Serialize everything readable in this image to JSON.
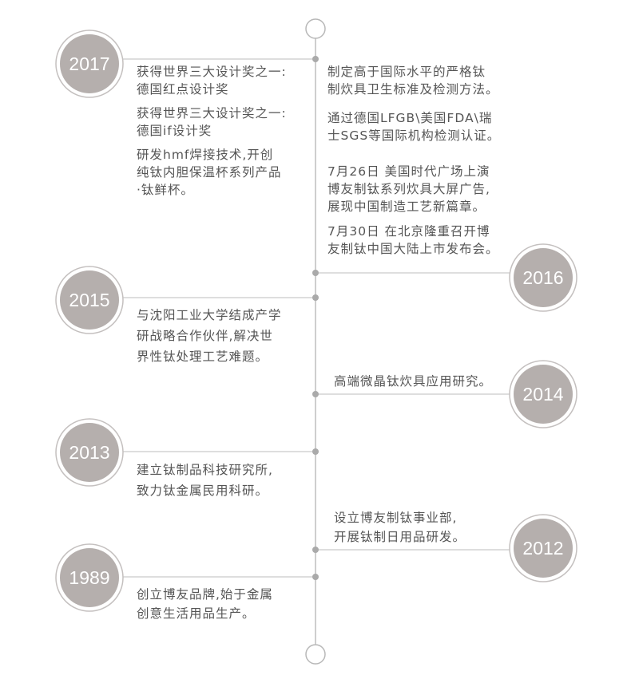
{
  "milestones": [
    {
      "year": "2017",
      "left": [
        [
          "获得世界三大设计奖之一:",
          "德国红点设计奖"
        ],
        [
          "获得世界三大设计奖之一:",
          "德国if设计奖"
        ],
        [
          "研发hmf焊接技术,开创",
          "纯钛内胆保温杯系列产品",
          "·钛鲜杯。"
        ]
      ]
    },
    {
      "year": "2016",
      "right": [
        [
          "制定高于国际水平的严格钛",
          "制炊具卫生标准及检测方法。"
        ],
        [
          "通过德国LFGB\\美国FDA\\瑞",
          "士SGS等国际机构检测认证。"
        ],
        [
          "7月26日 美国时代广场上演",
          "博友制钛系列炊具大屏广告,",
          "展现中国制造工艺新篇章。"
        ],
        [
          "7月30日 在北京隆重召开博",
          "友制钛中国大陆上市发布会。"
        ]
      ]
    },
    {
      "year": "2015",
      "left": [
        [
          "与沈阳工业大学结成产学",
          "研战略合作伙伴,解决世",
          "界性钛处理工艺难题。"
        ]
      ]
    },
    {
      "year": "2014",
      "right": [
        [
          "高端微晶钛炊具应用研究。"
        ]
      ]
    },
    {
      "year": "2013",
      "left": [
        [
          "建立钛制品科技研究所,",
          "致力钛金属民用科研。"
        ]
      ]
    },
    {
      "year": "2012",
      "right": [
        [
          "设立博友制钛事业部,",
          "开展钛制日用品研发。"
        ]
      ]
    },
    {
      "year": "1989",
      "left": [
        [
          "创立博友品牌,始于金属",
          "创意生活用品生产。"
        ]
      ]
    }
  ],
  "colors": {
    "line": "#bdbdbd",
    "dot": "#aaaaaa",
    "badge_fill": "#b5afad",
    "badge_ring": "#c4c0bf",
    "text": "#555555"
  }
}
